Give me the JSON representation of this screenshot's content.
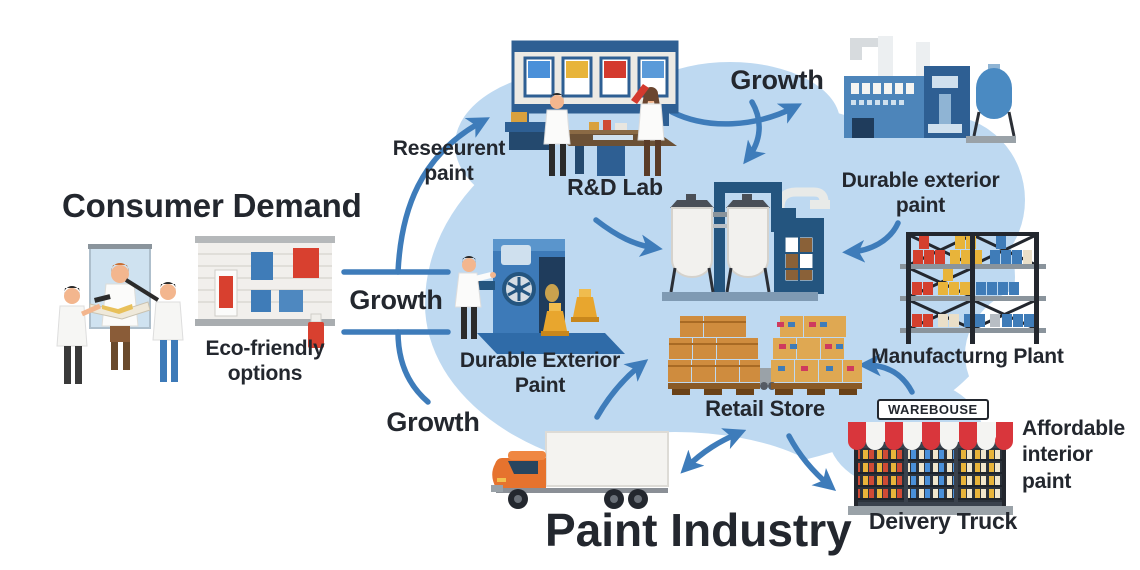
{
  "main_title": "Paint Industry",
  "consumer": {
    "title": "Consumer Demand",
    "eco_label": "Eco-friendly options"
  },
  "growth": {
    "top": "Growth",
    "mid": "Growth",
    "bottom": "Growth"
  },
  "nodes": {
    "research_note": "Reseeurent paint",
    "rd_lab": "R&D Lab",
    "exterior_factory": "Durable exterior paint",
    "exterior_machine": "Durable Exterior Paint",
    "manufacturing": "Manufacturng Plant",
    "retail": "Retail Store",
    "warehouse_sign": "WAREBOUSE",
    "affordable": "Affordable interior paint",
    "delivery": "Deivery Truck"
  },
  "colors": {
    "blob": "#bed9f1",
    "arrow": "#3e7cba",
    "text": "#23272e",
    "truck_cab": "#e6732e",
    "awning_red": "#d9363c",
    "dark_blue": "#24557f"
  }
}
